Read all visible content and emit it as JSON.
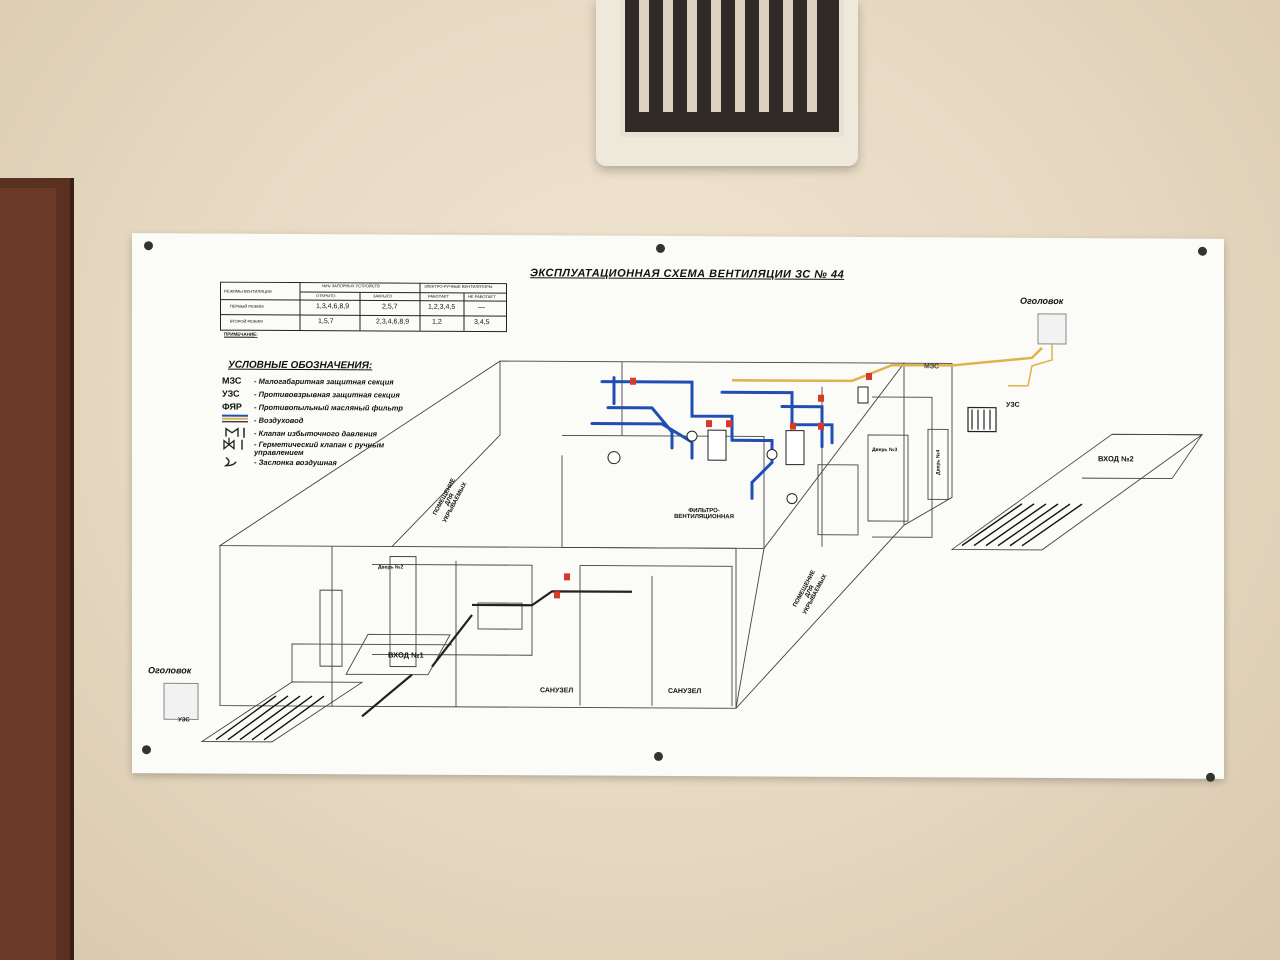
{
  "board": {
    "title": "ЭКСПЛУАТАЦИОННАЯ СХЕМА ВЕНТИЛЯЦИИ ЗС № 44",
    "mode_table": {
      "headers": [
        "РЕЖИМЫ ВЕНТИЛЯЦИИ",
        "№№ ЗАПОРНЫХ УСТРОЙСТВ",
        "ЭЛЕКТРО-РУЧНЫЕ ВЕНТИЛЯТОРЫ"
      ],
      "subheaders": [
        "ОТКРЫТО",
        "ЗАКРЫТО",
        "РАБОТАЕТ",
        "НЕ РАБОТАЕТ"
      ],
      "rows": [
        {
          "mode": "ПЕРВЫЙ РЕЖИМ",
          "open": "1,3,4,6,8,9",
          "closed": "2,5,7",
          "works": "1,2,3,4,5",
          "not_works": "—"
        },
        {
          "mode": "ВТОРОЙ РЕЖИМ",
          "open": "1,5,7",
          "closed": "2,3,4,6,8,9",
          "works": "1,2",
          "not_works": "3,4,5"
        }
      ]
    },
    "note_label": "ПРИМЕЧАНИЕ:",
    "legend": {
      "title": "УСЛОВНЫЕ ОБОЗНАЧЕНИЯ:",
      "items": [
        {
          "symbol": "МЗС",
          "text": "- Малогабаритная защитная секция"
        },
        {
          "symbol": "УЗС",
          "text": "- Противовзрывная защитная секция"
        },
        {
          "symbol": "ФЯР",
          "text": "- Противопыльный масляный фильтр"
        },
        {
          "symbol": "",
          "text": "- Воздуховод"
        },
        {
          "symbol": "",
          "text": "- Клапан избыточного давления"
        },
        {
          "symbol": "",
          "text": "- Герметический клапан с ручным управлением"
        },
        {
          "symbol": "",
          "text": "- Заслонка воздушная"
        }
      ]
    },
    "labels": {
      "ogolovok_right": "Оголовок",
      "ogolovok_left": "Оголовок",
      "uzs_right": "УЗС",
      "uzs_left": "УЗС",
      "mzs": "МЗС",
      "vhod1": "ВХОД №1",
      "vhod2": "ВХОД №2",
      "sanuzel1": "САНУЗЕЛ",
      "sanuzel2": "САНУЗЕЛ",
      "filtro": "ФИЛЬТРО-ВЕНТИЛЯЦИОННАЯ",
      "pomeshchenie1": "ПОМЕЩЕНИЕ ДЛЯ УКРЫВАЕМЫХ",
      "pomeshchenie2": "ПОМЕЩЕНИЕ ДЛЯ УКРЫВАЕМЫХ",
      "dver2": "Дверь №2",
      "dver3": "Дверь №3",
      "dver4": "Дверь №4"
    },
    "colors": {
      "duct_blue": "#1f4fb5",
      "duct_yellow": "#e0b24a",
      "valve_red": "#d83a2a"
    }
  }
}
